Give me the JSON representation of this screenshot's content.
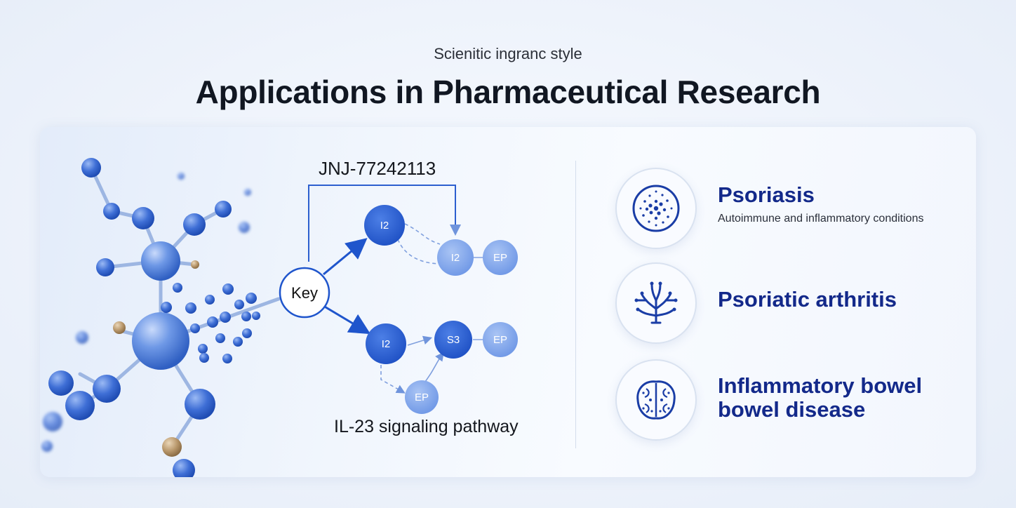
{
  "header": {
    "subtitle": "Scienitic ingranc style",
    "title": "Applications in Pharmaceutical Research"
  },
  "diagram": {
    "compound_label": "JNJ-77242113",
    "key_label": "Key",
    "pathway_label": "IL-23 signaling pathway",
    "nodes": {
      "top_left": "I2",
      "top_mid": "I2",
      "top_right": "EP",
      "bottom_left": "I2",
      "bottom_mid": "S3",
      "bottom_right": "EP",
      "bottom_low": "EP"
    },
    "colors": {
      "accent": "#1f55cc",
      "node_dark": "#2a62d6",
      "node_light": "#7ea6ec"
    }
  },
  "applications": [
    {
      "icon": "cell-dots-icon",
      "title_line1": "Psoriasis",
      "title_line2": "",
      "description": "Autoimmune and inflammatory conditions"
    },
    {
      "icon": "branching-tree-icon",
      "title_line1": "Psoriatic arthritis",
      "title_line2": "",
      "description": ""
    },
    {
      "icon": "brain-organ-icon",
      "title_line1": "Inflammatory bowel",
      "title_line2": "bowel disease",
      "description": ""
    }
  ]
}
